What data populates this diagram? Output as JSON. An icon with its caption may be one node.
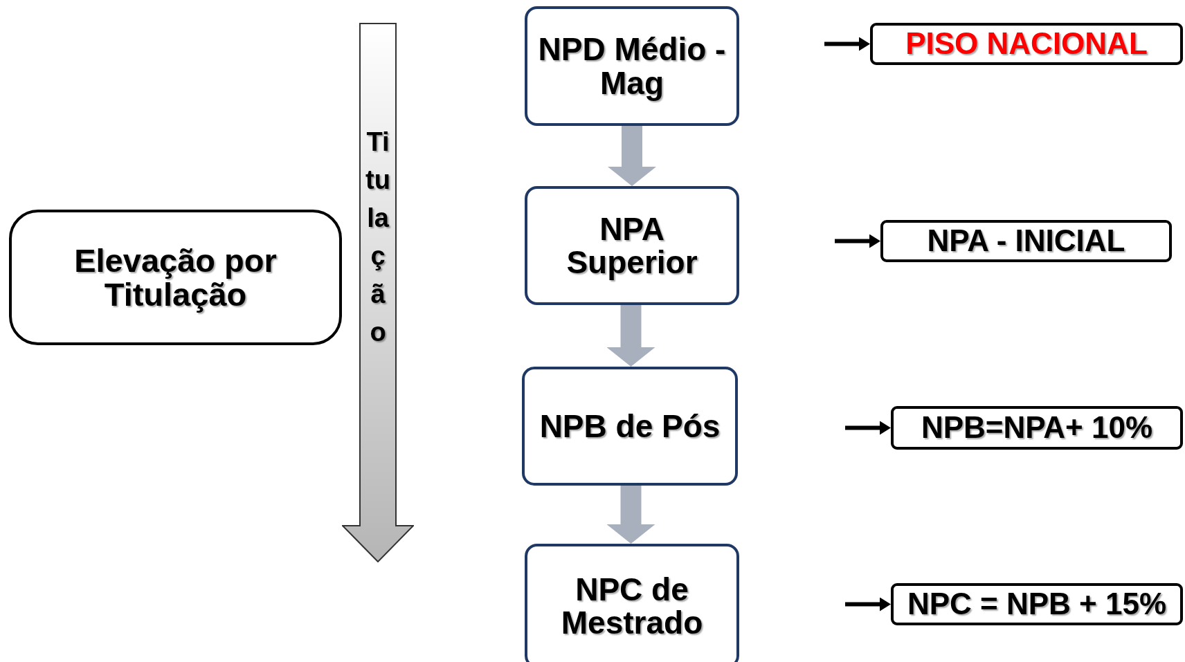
{
  "diagram": {
    "nodes": [
      {
        "text": [
          "Elevação por Titulação"
        ]
      },
      {
        "text": [
          "Titulação"
        ]
      },
      {
        "text": [
          "NPD Médio - Mag"
        ]
      },
      {
        "text": [
          "NPA Superior"
        ]
      },
      {
        "text": [
          "NPB de Pós"
        ]
      },
      {
        "text": [
          "NPC de Mestrado"
        ]
      },
      {
        "text": [
          "PISO NACIONAL"
        ]
      },
      {
        "text": [
          "NPA - INICIAL"
        ]
      },
      {
        "text": [
          "NPB=NPA+ 10%"
        ]
      },
      {
        "text": [
          "NPC = NPB + 15%"
        ]
      }
    ],
    "edges": [
      {
        "from": 2,
        "to": 3,
        "arrow": "to",
        "style": "thick",
        "color": "#a9b0bd"
      },
      {
        "from": 3,
        "to": 4,
        "arrow": "to",
        "style": "thick",
        "color": "#a9b0bd"
      },
      {
        "from": 4,
        "to": 5,
        "arrow": "to",
        "style": "thick",
        "color": "#a9b0bd"
      },
      {
        "from": null,
        "to": 6,
        "arrow": "to"
      },
      {
        "from": null,
        "to": 7,
        "arrow": "to"
      },
      {
        "from": null,
        "to": 8,
        "arrow": "to"
      },
      {
        "from": null,
        "to": 9,
        "arrow": "to"
      }
    ]
  }
}
